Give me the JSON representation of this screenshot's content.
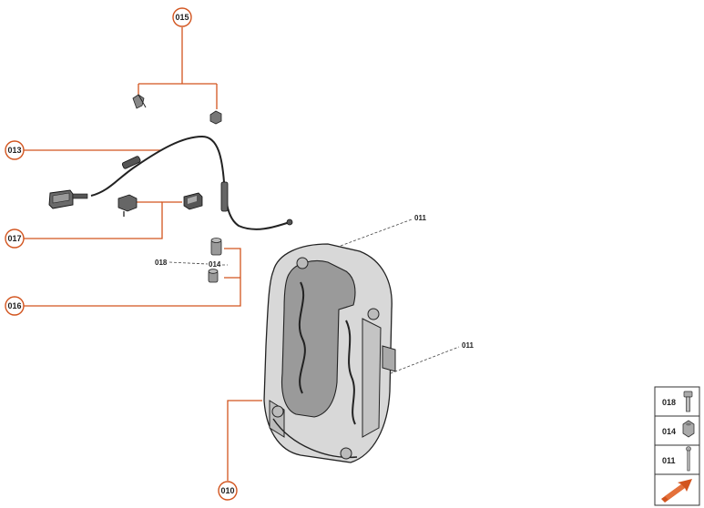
{
  "callouts": {
    "c015": "015",
    "c013": "013",
    "c017": "017",
    "c016": "016",
    "c010": "010"
  },
  "labels": {
    "l011a": "011",
    "l011b": "011",
    "l018": "018",
    "l014": "014"
  },
  "legend": {
    "items": [
      "018",
      "014",
      "011"
    ]
  },
  "colors": {
    "accent": "#d2541e",
    "line": "#444444"
  }
}
